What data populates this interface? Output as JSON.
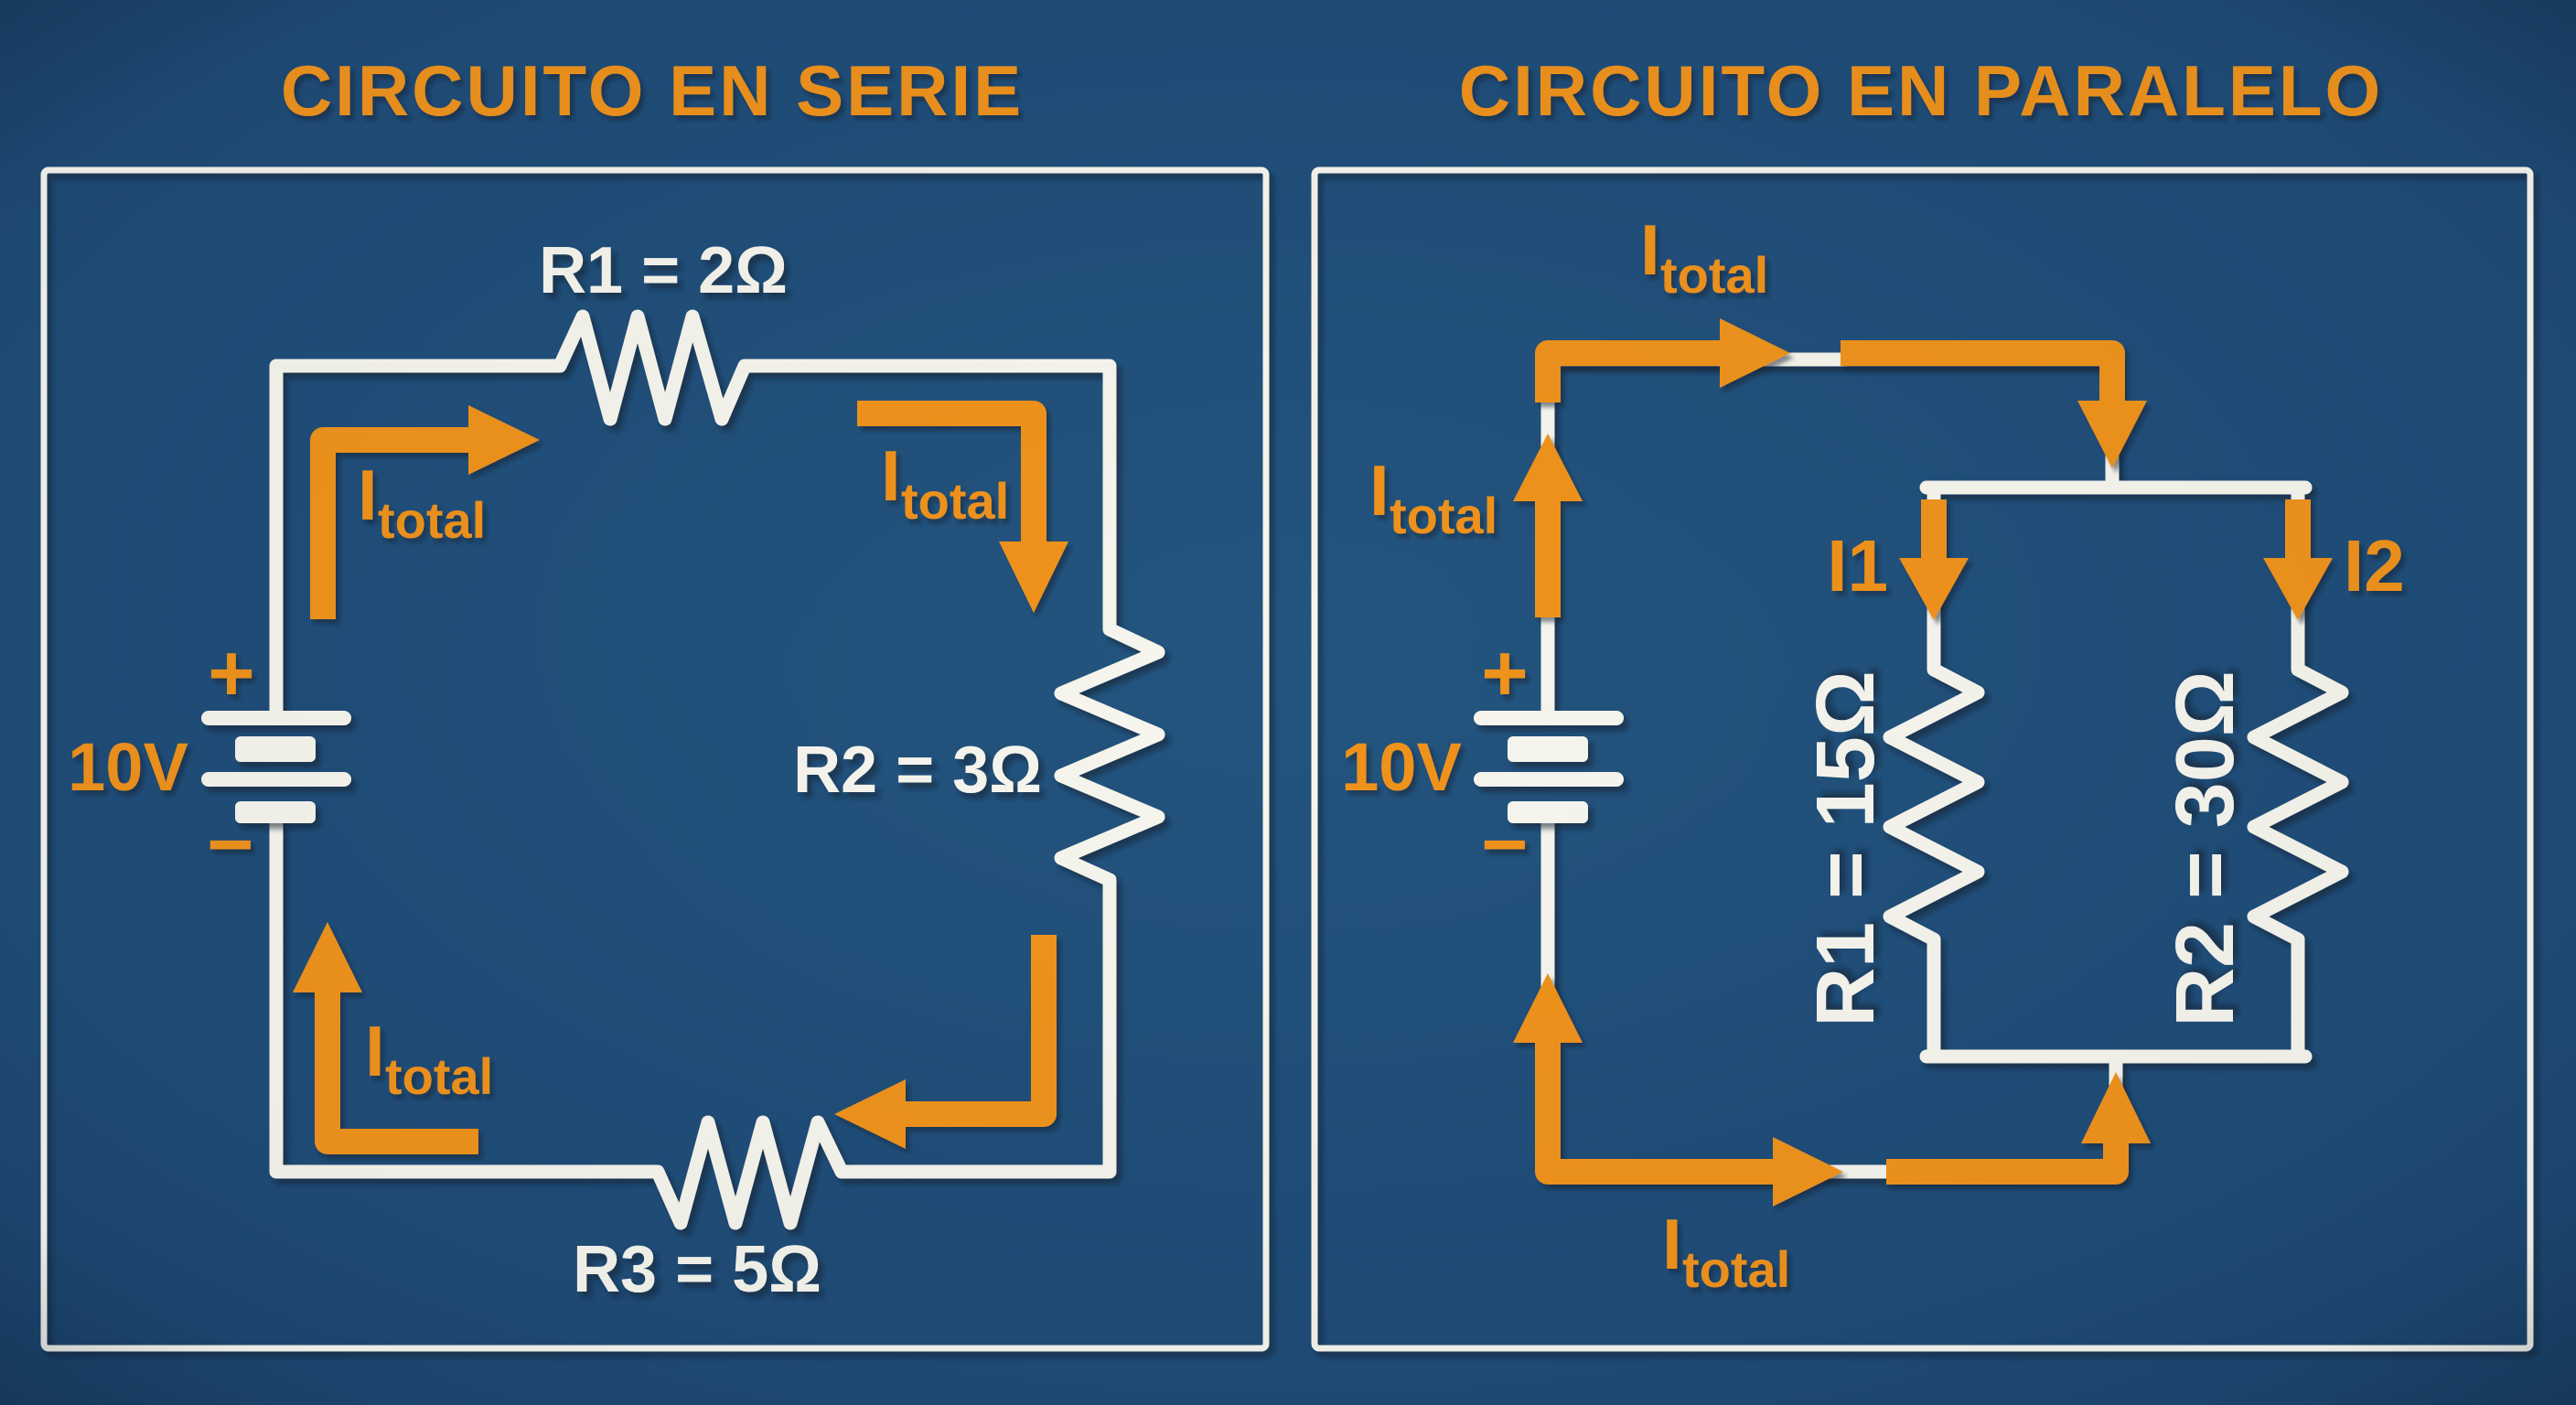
{
  "colors": {
    "background": "#1F4C77",
    "accent_orange": "#F0931F",
    "wire_white": "#F7F6EE"
  },
  "series_circuit": {
    "title": "CIRCUITO EN SERIE",
    "battery": {
      "voltage": "10V",
      "plus": "+",
      "minus": "−"
    },
    "resistors": {
      "r1": "R1 = 2Ω",
      "r2": "R2 = 3Ω",
      "r3": "R3 = 5Ω"
    },
    "current": {
      "symbol": "I",
      "subscript": "total"
    }
  },
  "parallel_circuit": {
    "title": "CIRCUITO EN PARALELO",
    "battery": {
      "voltage": "10V",
      "plus": "+",
      "minus": "−"
    },
    "resistors": {
      "r1": "R1 = 15Ω",
      "r2": "R2 = 30Ω"
    },
    "current": {
      "symbol": "I",
      "subscript": "total",
      "branch1": "I1",
      "branch2": "I2"
    }
  }
}
